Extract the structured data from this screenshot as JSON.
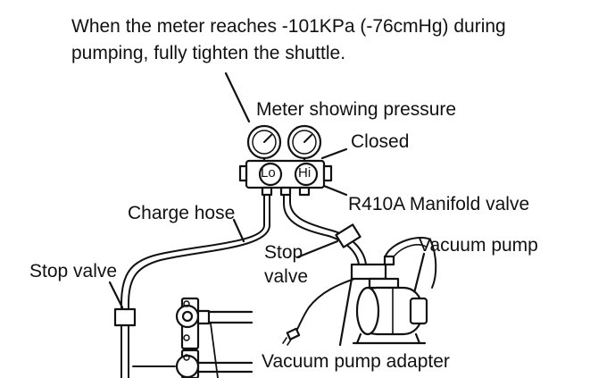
{
  "instruction": {
    "line1": "When the meter reaches -101KPa (-76cmHg) during",
    "line2": "pumping, fully tighten the shuttle."
  },
  "labels": {
    "meter": "Meter showing pressure",
    "closed": "Closed",
    "manifold": "R410A Manifold valve",
    "charge_hose": "Charge hose",
    "vacuum_pump": "Vacuum pump",
    "stop_valve_left": "Stop valve",
    "stop_valve_mid_1": "Stop",
    "stop_valve_mid_2": "valve",
    "adapter": "Vacuum pump adapter"
  },
  "gauges": {
    "lo": "Lo",
    "hi": "Hi"
  },
  "colors": {
    "ink": "#111111",
    "paper": "#ffffff"
  }
}
